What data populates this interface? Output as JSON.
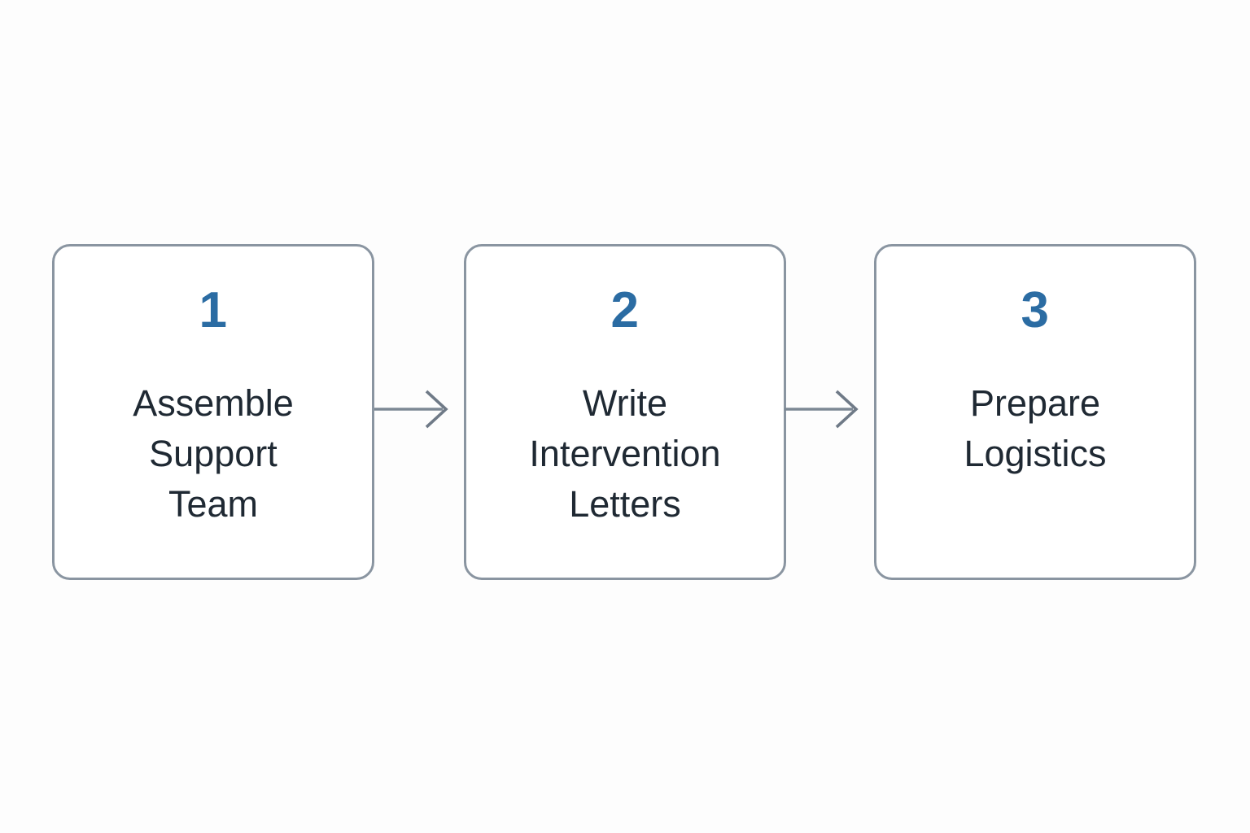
{
  "diagram": {
    "type": "horizontal-process-flow",
    "background_color": "#fdfdfd",
    "box_border_color": "#8a95a1",
    "box_fill_color": "#ffffff",
    "number_color": "#2b6ca3",
    "label_color": "#1f2933",
    "arrow_color": "#7c8894",
    "steps": [
      {
        "number": "1",
        "label": "Assemble\nSupport\nTeam",
        "label_lines": [
          "Assemble",
          "Support",
          "Team"
        ]
      },
      {
        "number": "2",
        "label": "Write\nIntervention\nLetters",
        "label_lines": [
          "Write",
          "Intervention",
          "Letters"
        ]
      },
      {
        "number": "3",
        "label": "Prepare\nLogistics",
        "label_lines": [
          "Prepare",
          "Logistics"
        ]
      }
    ],
    "connectors": [
      {
        "from": "1",
        "to": "2",
        "icon": "arrow-right-icon"
      },
      {
        "from": "2",
        "to": "3",
        "icon": "arrow-right-icon"
      }
    ]
  }
}
